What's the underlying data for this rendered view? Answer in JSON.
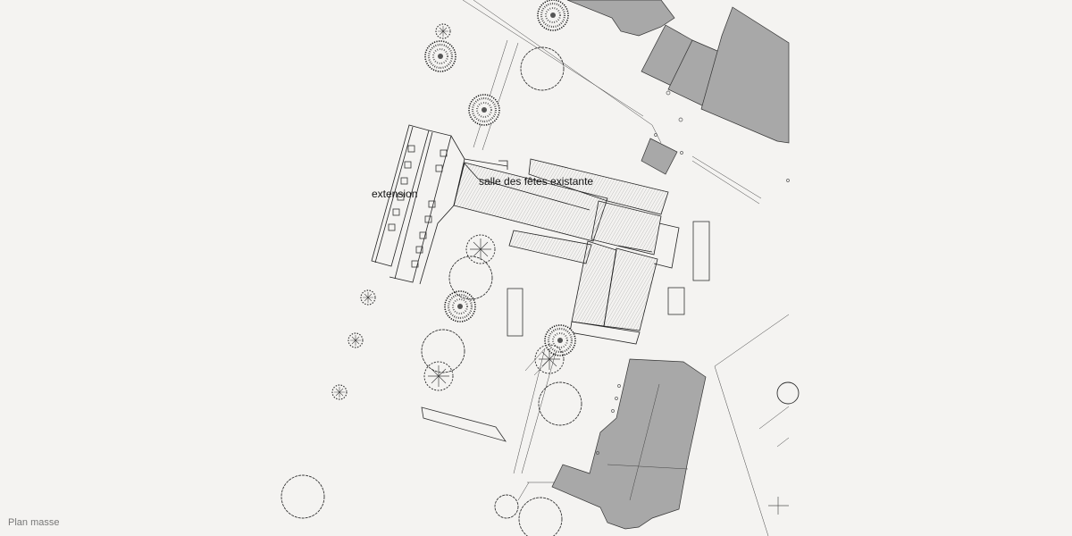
{
  "labels": {
    "extension": "extension",
    "existing_hall": "salle des fêtes existante"
  },
  "caption": "Plan masse",
  "colors": {
    "background": "#f4f3f1",
    "neighbour_buildings": "#a8a8a8",
    "lines": "#222222"
  }
}
